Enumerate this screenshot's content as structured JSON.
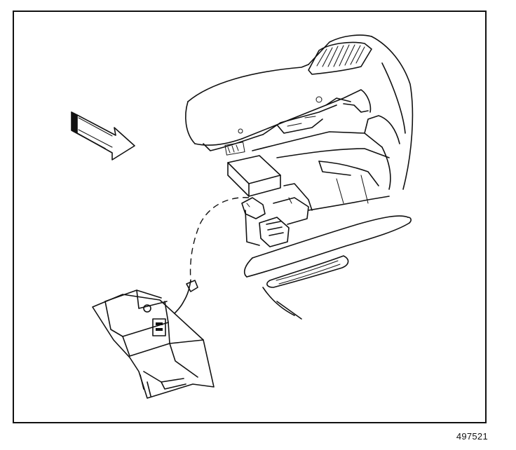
{
  "figure": {
    "number": "497521"
  },
  "colors": {
    "line": "#111111",
    "background": "#ffffff"
  },
  "parts": {
    "instrument_panel": "instrument-panel",
    "direction_arrow": "view-direction-arrow",
    "removed_trim_panel": "trim-panel-with-outlet"
  }
}
